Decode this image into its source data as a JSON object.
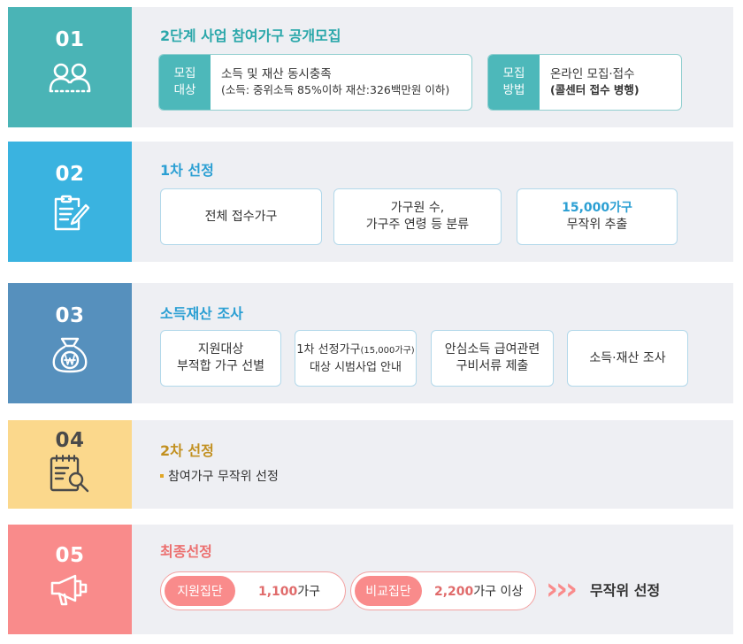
{
  "colors": {
    "step1": "#4ab4b6",
    "step2": "#3ab3e0",
    "step3": "#5690bd",
    "step4": "#fbd88c",
    "step5": "#f98b8b"
  },
  "step1": {
    "num": "01",
    "title": "2단계 사업 참여가구 공개모집",
    "icon": "people-icon",
    "box1": {
      "tag_l1": "모집",
      "tag_l2": "대상",
      "line1": "소득 및 재산 동시충족",
      "line2": "(소득: 중위소득 85%이하 재산:326백만원 이하)"
    },
    "box2": {
      "tag_l1": "모집",
      "tag_l2": "방법",
      "line1": "온라인 모집·접수",
      "line2": "(콜센터 접수 병행)"
    }
  },
  "step2": {
    "num": "02",
    "title": "1차 선정",
    "icon": "clipboard-pen-icon",
    "b1": "전체 접수가구",
    "b2_l1": "가구원 수,",
    "b2_l2": "가구주 연령 등 분류",
    "b3_l1": "15,000가구",
    "b3_l2": "무작위 추출"
  },
  "step3": {
    "num": "03",
    "title": "소득재산 조사",
    "icon": "won-bag-icon",
    "b1_l1": "지원대상",
    "b1_l2": "부적합 가구 선별",
    "b2_l1a": "1차 선정가구",
    "b2_l1b": "(15,000가구)",
    "b2_l2": "대상 시범사업 안내",
    "b3_l1": "안심소득 급여관련",
    "b3_l2": "구비서류 제출",
    "b4": "소득·재산 조사"
  },
  "step4": {
    "num": "04",
    "title": "2차 선정",
    "icon": "calendar-search-icon",
    "item": "참여가구 무작위 선정"
  },
  "step5": {
    "num": "05",
    "title": "최종선정",
    "icon": "megaphone-icon",
    "p1_tag": "지원집단",
    "p1_num": "1,100",
    "p1_unit": "가구",
    "p2_tag": "비교집단",
    "p2_num": "2,200",
    "p2_unit": "가구 이상",
    "arrows": "›››",
    "result": "무작위 선정"
  }
}
